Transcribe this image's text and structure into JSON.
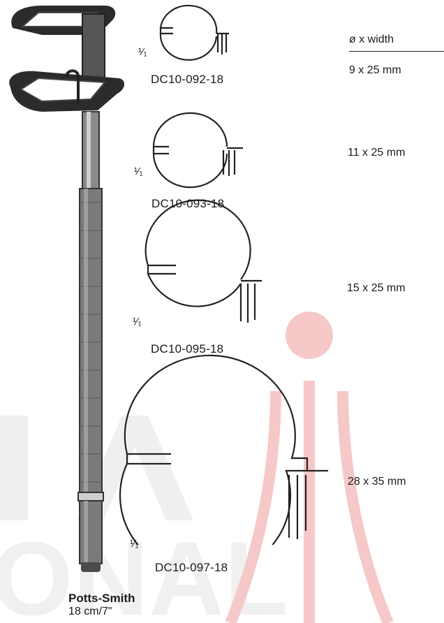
{
  "header": {
    "dimension_label": "ø x width"
  },
  "instrument": {
    "name": "Potts-Smith",
    "size": "18 cm/7\""
  },
  "items": [
    {
      "code": "DC10-092-18",
      "scale": "¹⁄₁",
      "dimension": "9 x 25 mm"
    },
    {
      "code": "DC10-093-18",
      "scale": "¹⁄₁",
      "dimension": "11 x 25 mm"
    },
    {
      "code": "DC10-095-18",
      "scale": "¹⁄₁",
      "dimension": "15 x 25 mm"
    },
    {
      "code": "DC10-097-18",
      "scale": "¹⁄₁",
      "dimension": "28 x 35 mm"
    }
  ],
  "colors": {
    "watermark_red": "#f4c6c6",
    "watermark_gray": "#ececec",
    "ink": "#1a1a1a"
  }
}
